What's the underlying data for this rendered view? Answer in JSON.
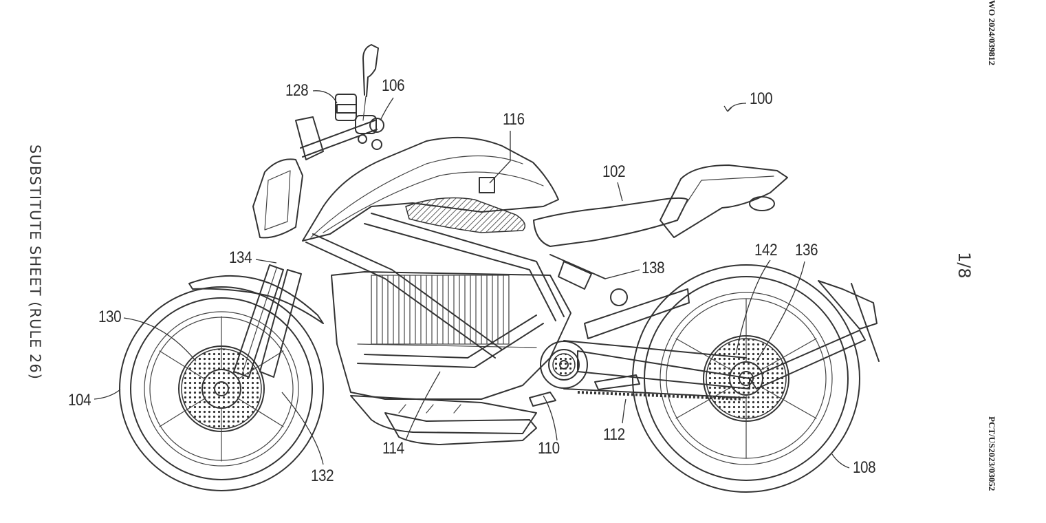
{
  "sheet_number": "1/8",
  "margin_text": {
    "left": "SUBSTITUTE SHEET (RULE 26)",
    "right_top": "WO 2024/039812",
    "right_bottom": "PCT/US2023/03052"
  },
  "reference_numerals": {
    "n100": "100",
    "n102": "102",
    "n104": "104",
    "n106": "106",
    "n108": "108",
    "n110": "110",
    "n112": "112",
    "n114": "114",
    "n116": "116",
    "n128": "128",
    "n130": "130",
    "n132": "132",
    "n134": "134",
    "n136": "136",
    "n138": "138",
    "n142": "142"
  },
  "subject_icon": "electric-motorcycle-line-drawing"
}
